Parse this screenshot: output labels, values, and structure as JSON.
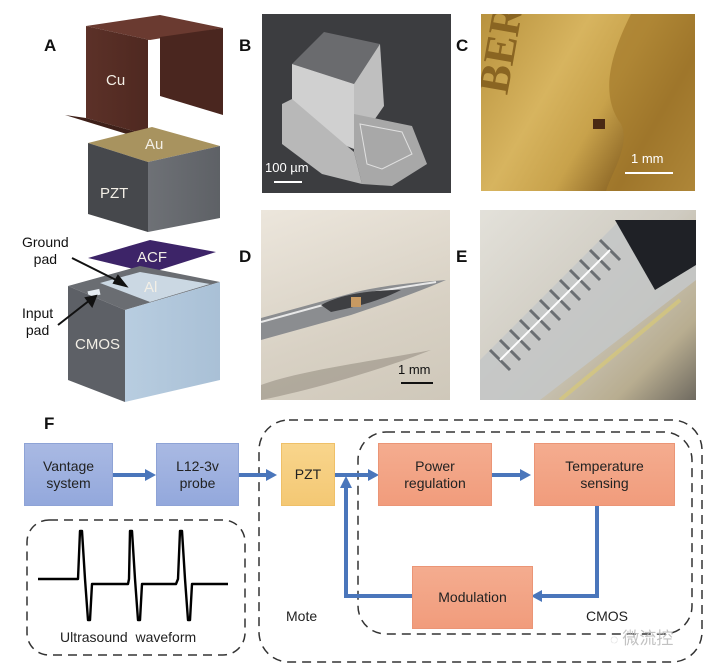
{
  "panels": {
    "A": {
      "letter": "A",
      "layers": {
        "cu": "Cu",
        "au": "Au",
        "pzt": "PZT",
        "acf": "ACF",
        "al": "Al",
        "cmos": "CMOS"
      },
      "callouts": {
        "ground_pad": [
          "Ground",
          "pad"
        ],
        "input_pad": [
          "Input",
          "pad"
        ]
      },
      "colors": {
        "cu": "#5a2f26",
        "au": "#a8935f",
        "pzt": "#5c5e62",
        "acf": "#3b2463",
        "cmos": "#b9cfe0"
      }
    },
    "B": {
      "letter": "B",
      "scale_label": "100 µm",
      "description": "SEM image of mote"
    },
    "C": {
      "letter": "C",
      "scale_label": "1 mm",
      "description": "Mote on coin"
    },
    "D": {
      "letter": "D",
      "scale_label": "1 mm",
      "description": "Mote in needle tip"
    },
    "E": {
      "letter": "E",
      "description": "Mote in syringe"
    },
    "F": {
      "letter": "F",
      "blocks": {
        "vantage": [
          "Vantage",
          "system"
        ],
        "probe": [
          "L12-3v",
          "probe"
        ],
        "pzt": "PZT",
        "power": [
          "Power",
          "regulation"
        ],
        "temperature": [
          "Temperature",
          "sensing"
        ],
        "modulation": "Modulation"
      },
      "group_labels": {
        "mote": "Mote",
        "cmos": "CMOS",
        "waveform": "Ultrasound  waveform"
      },
      "colors": {
        "blue_block": "#9aaede",
        "orange_block": "#f2a283",
        "yellow_block": "#f6cd7e",
        "arrow": "#4a76bb"
      }
    }
  },
  "watermark": "微流控"
}
